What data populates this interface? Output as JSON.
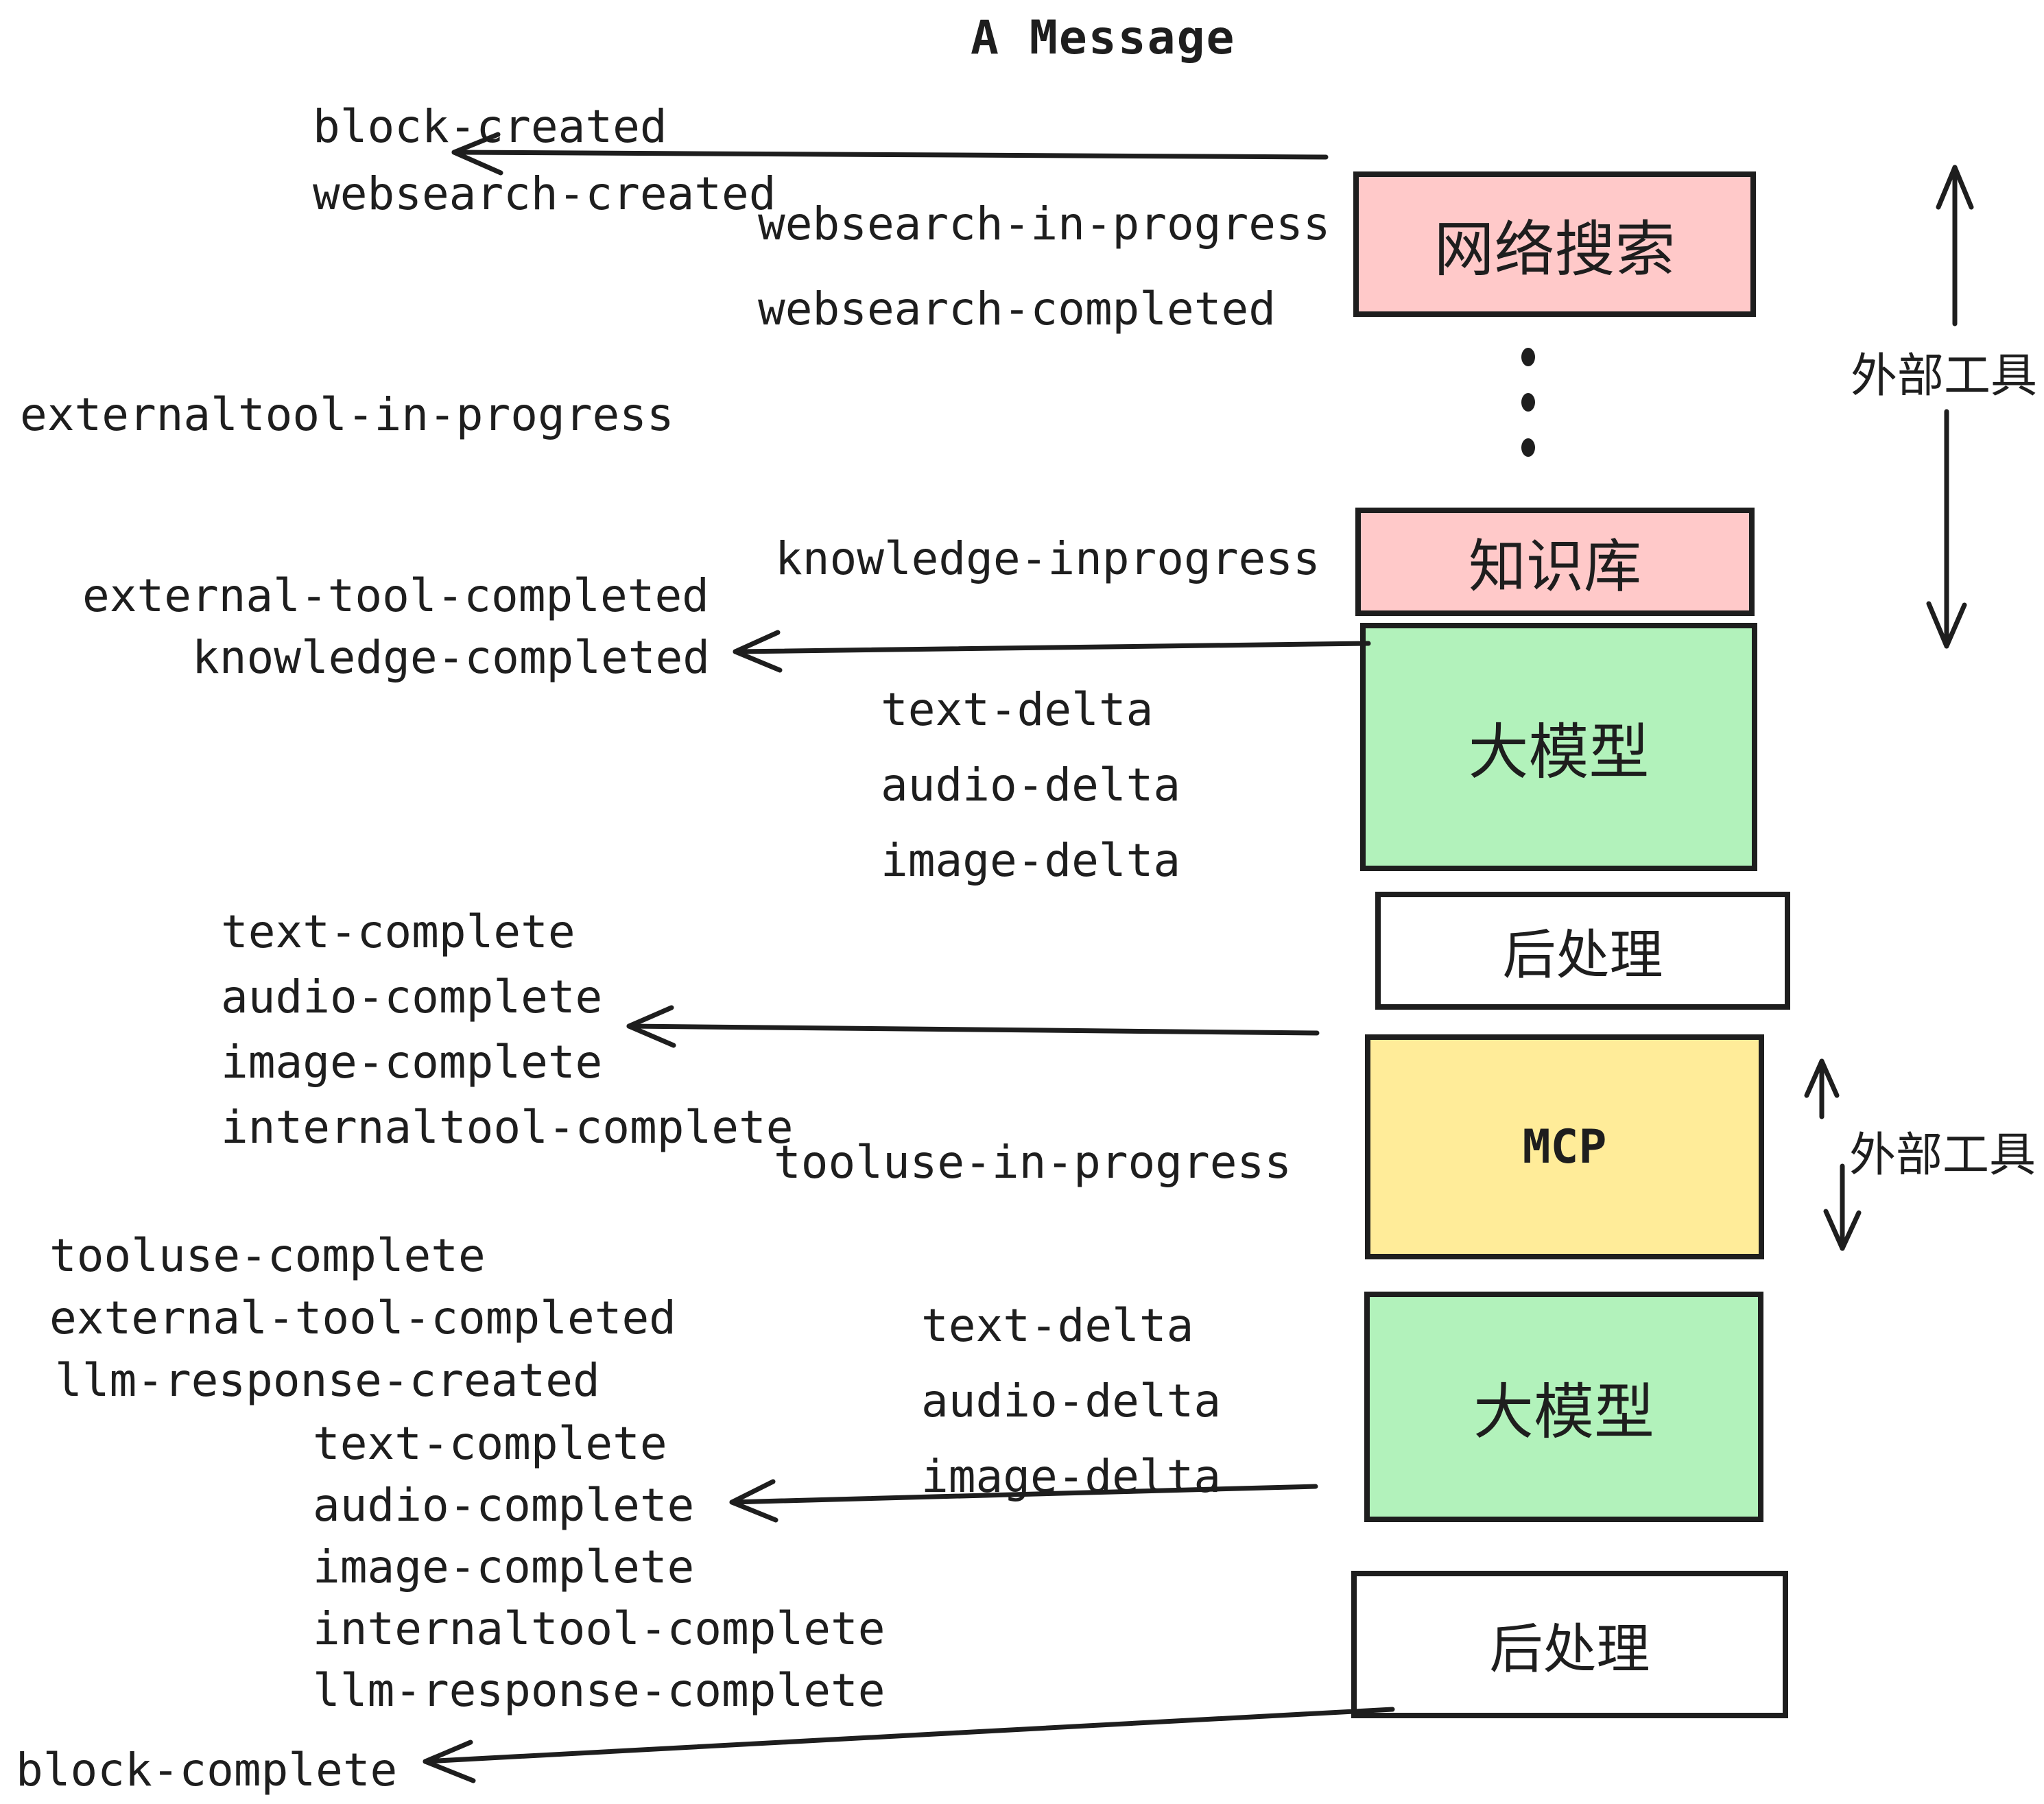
{
  "title": "A Message",
  "colors": {
    "pink": "#ffc9c9",
    "green": "#b2f2bb",
    "yellow": "#ffec99",
    "white": "#ffffff",
    "stroke": "#1e1e1e"
  },
  "boxes": {
    "websearch": "网络搜索",
    "knowledge": "知识库",
    "llm1": "大模型",
    "post1": "后处理",
    "mcp": "MCP",
    "llm2": "大模型",
    "post2": "后处理"
  },
  "side_labels": {
    "external_tools_top": "外部工具",
    "external_tools_mcp": "外部工具"
  },
  "events": {
    "block_created": "block-created",
    "websearch_created": "websearch-created",
    "websearch_in_progress": "websearch-in-progress",
    "websearch_completed": "websearch-completed",
    "externaltool_in_progress": "externaltool-in-progress",
    "knowledge_inprogress": "knowledge-inprogress",
    "external_tool_completed": "external-tool-completed",
    "knowledge_completed": "knowledge-completed",
    "delta1": [
      "text-delta",
      "audio-delta",
      "image-delta"
    ],
    "complete1": [
      "text-complete",
      "audio-complete",
      "image-complete",
      "internaltool-complete"
    ],
    "tooluse_in_progress": "tooluse-in-progress",
    "tooluse_block": [
      "tooluse-complete",
      "external-tool-completed",
      "llm-response-created"
    ],
    "delta2": [
      "text-delta",
      "audio-delta",
      "image-delta"
    ],
    "complete2": [
      "text-complete",
      "audio-complete",
      "image-complete",
      "internaltool-complete",
      "llm-response-complete"
    ],
    "block_complete": "block-complete"
  },
  "arrows": [
    {
      "name": "arrow-to-websearch-created",
      "from": "websearch-box",
      "to": "block-created / websearch-created"
    },
    {
      "name": "arrow-to-knowledge-completed",
      "from": "llm1-box",
      "to": "external-tool-completed / knowledge-completed"
    },
    {
      "name": "arrow-to-image-complete",
      "from": "post1-box",
      "to": "complete event list 1"
    },
    {
      "name": "arrow-to-audio-complete",
      "from": "llm2-box",
      "to": "complete event list 2"
    },
    {
      "name": "arrow-to-block-complete",
      "from": "post2-box",
      "to": "block-complete"
    },
    {
      "name": "external-tools-span-top",
      "between": "websearch-box and knowledge-box"
    },
    {
      "name": "external-tools-span-mcp",
      "between": "mcp-box endpoints"
    }
  ]
}
